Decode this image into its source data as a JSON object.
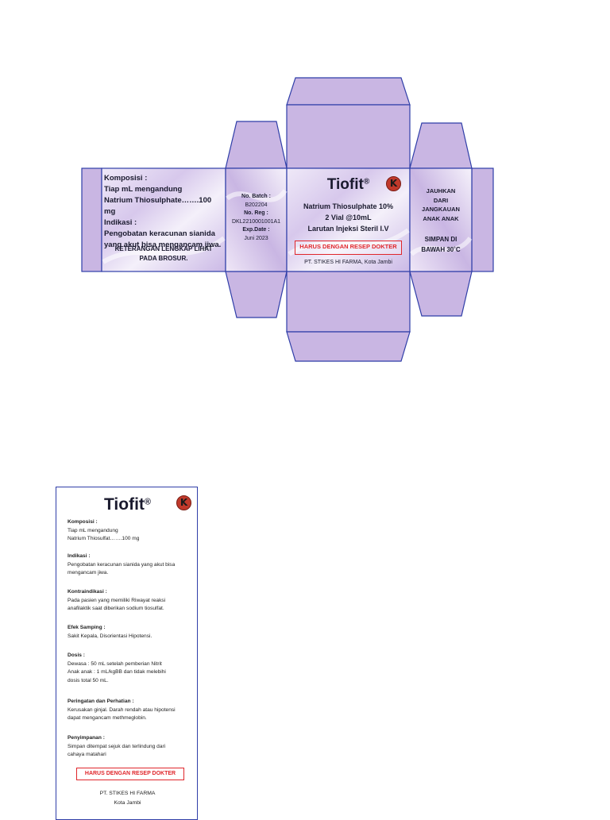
{
  "brand": "Tiofit",
  "registered_mark": "®",
  "logo_letter": "K",
  "colors": {
    "panel": "#c9b6e3",
    "outline": "#2f3ea8",
    "warning_red": "#e0262b",
    "logo_red": "#c0392b"
  },
  "box": {
    "left_panel": {
      "komposisi_heading": "Komposisi :",
      "komposisi_line1": "Tiap mL mengandung",
      "komposisi_line2": "Natrium Thiosulphate…….100 mg",
      "indikasi_heading": "Indikasi :",
      "indikasi_line1": "Pengobatan keracunan sianida",
      "indikasi_line2": "yang akut bisa mengancam jiwa.",
      "note_line1": "KETERANGAN LENGKAP LIHAT",
      "note_line2": "PADA BROSUR."
    },
    "batch_panel": {
      "batch_label": "No. Batch  :",
      "batch_value": "B202204",
      "reg_label": "No. Reg  :",
      "reg_value": "DKL2210001001A1",
      "exp_label": "Exp.Date  :",
      "exp_value": "Juni 2023"
    },
    "front_panel": {
      "line1": "Natrium Thiosulphate 10%",
      "line2": "2 Vial @10mL",
      "line3": "Larutan Injeksi Steril I.V",
      "rx_warning": "HARUS DENGAN RESEP DOKTER",
      "manufacturer": "PT. STIKES HI FARMA, Kota Jambi"
    },
    "right_panel": {
      "warn_line1": "JAUHKAN",
      "warn_line2": "DARI",
      "warn_line3": "JANGKAUAN",
      "warn_line4": "ANAK ANAK",
      "store_line1": "SIMPAN DI",
      "store_line2": "BAWAH 30˚C"
    }
  },
  "brochure": {
    "komposisi": {
      "heading": "Komposisi :",
      "lines": [
        "Tiap mL mengandung",
        "Natrium Thiosulfat…….100 mg"
      ]
    },
    "indikasi": {
      "heading": "Indikasi :",
      "lines": [
        "Pengobatan keracunan sianida yang akut bisa",
        "mengancam jiwa."
      ]
    },
    "kontraindikasi": {
      "heading": "Kontraindikasi :",
      "lines": [
        "Pada pasien yang memiliki Riwayat reaksi",
        "anafilaktik saat diberikan sodium tiosulfat."
      ]
    },
    "efek_samping": {
      "heading": "Efek Samping :",
      "lines": [
        "Sakit Kepala, Disorientasi Hipotensi."
      ]
    },
    "dosis": {
      "heading": "Dosis :",
      "lines": [
        "Dewasa : 50 mL setelah pemberian Nitrit",
        "Anak anak : 1 mL/kgBB dan tidak melebihi",
        "dosis total 50 mL."
      ]
    },
    "peringatan": {
      "heading": "Peringatan dan Perhatian :",
      "lines": [
        "Kerusakan ginjal. Darah rendah atau hipotensi",
        "dapat mengancam methmeglobin."
      ]
    },
    "penyimpanan": {
      "heading": "Penyimpanan :",
      "lines": [
        "Simpan ditempat sejuk dan terlindung dari",
        "cahaya matahari"
      ]
    },
    "rx_warning": "HARUS DENGAN RESEP DOKTER",
    "manufacturer_line1": "PT. STIKES HI FARMA",
    "manufacturer_line2": "Kota Jambi"
  }
}
